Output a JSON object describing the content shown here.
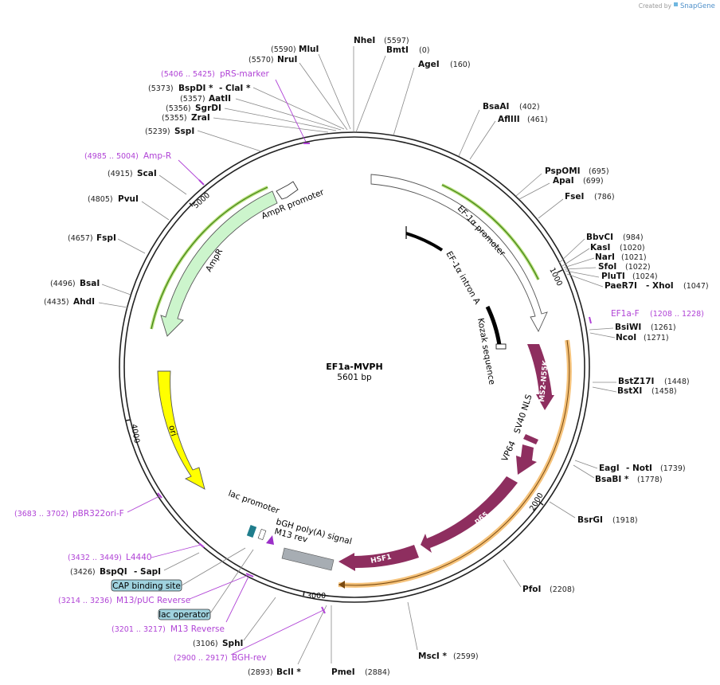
{
  "watermark": {
    "created_by": "Created by",
    "brand": "SnapGene"
  },
  "plasmid": {
    "name": "EF1a-MVPH",
    "size_label": "5601 bp"
  },
  "ticks": [
    "1000",
    "2000",
    "3000",
    "4000",
    "5000"
  ],
  "enzymes": [
    {
      "name": "NheI",
      "pos": "(5597)"
    },
    {
      "name": "BmtI",
      "pos": "(0)"
    },
    {
      "name": "MluI",
      "pos": "(5590)"
    },
    {
      "name": "NruI",
      "pos": "(5570)"
    },
    {
      "name": "AgeI",
      "pos": "(160)"
    },
    {
      "name": "BspDI *",
      "pos": "(5373)",
      "suffix": "- ClaI *"
    },
    {
      "name": "AatII",
      "pos": "(5357)"
    },
    {
      "name": "SgrDI",
      "pos": "(5356)"
    },
    {
      "name": "ZraI",
      "pos": "(5355)"
    },
    {
      "name": "SspI",
      "pos": "(5239)"
    },
    {
      "name": "BsaAI",
      "pos": "(402)"
    },
    {
      "name": "AflIII",
      "pos": "(461)"
    },
    {
      "name": "ScaI",
      "pos": "(4915)"
    },
    {
      "name": "PspOMI",
      "pos": "(695)"
    },
    {
      "name": "ApaI",
      "pos": "(699)"
    },
    {
      "name": "FseI",
      "pos": "(786)"
    },
    {
      "name": "PvuI",
      "pos": "(4805)"
    },
    {
      "name": "BbvCI",
      "pos": "(984)"
    },
    {
      "name": "KasI",
      "pos": "(1020)"
    },
    {
      "name": "NarI",
      "pos": "(1021)"
    },
    {
      "name": "SfoI",
      "pos": "(1022)"
    },
    {
      "name": "PluTI",
      "pos": "(1024)"
    },
    {
      "name": "PaeR7I",
      "pos": "(1047)",
      "suffix": "- XhoI"
    },
    {
      "name": "FspI",
      "pos": "(4657)"
    },
    {
      "name": "BsaI",
      "pos": "(4496)"
    },
    {
      "name": "AhdI",
      "pos": "(4435)"
    },
    {
      "name": "BsiWI",
      "pos": "(1261)"
    },
    {
      "name": "NcoI",
      "pos": "(1271)"
    },
    {
      "name": "BstZ17I",
      "pos": "(1448)"
    },
    {
      "name": "BstXI",
      "pos": "(1458)"
    },
    {
      "name": "EagI",
      "pos": "(1739)",
      "suffix": "- NotI"
    },
    {
      "name": "BsaBI *",
      "pos": "(1778)"
    },
    {
      "name": "BsrGI",
      "pos": "(1918)"
    },
    {
      "name": "PfoI",
      "pos": "(2208)"
    },
    {
      "name": "MscI *",
      "pos": "(2599)"
    },
    {
      "name": "PmeI",
      "pos": "(2884)"
    },
    {
      "name": "BclI *",
      "pos": "(2893)"
    },
    {
      "name": "SphI",
      "pos": "(3106)"
    },
    {
      "name": "BspQI",
      "pos": "(3426)",
      "suffix": "- SapI"
    }
  ],
  "primers": [
    {
      "name": "pRS-marker",
      "range": "(5406 .. 5425)"
    },
    {
      "name": "Amp-R",
      "range": "(4985 .. 5004)"
    },
    {
      "name": "EF1a-F",
      "range": "(1208 .. 1228)"
    },
    {
      "name": "pBR322ori-F",
      "range": "(3683 .. 3702)"
    },
    {
      "name": "L4440",
      "range": "(3432 .. 3449)"
    },
    {
      "name": "M13/pUC Reverse",
      "range": "(3214 .. 3236)"
    },
    {
      "name": "M13 Reverse",
      "range": "(3201 .. 3217)"
    },
    {
      "name": "BGH-rev",
      "range": "(2900 .. 2917)"
    }
  ],
  "boxed_features": [
    "CAP binding site",
    "lac operator"
  ],
  "features": [
    {
      "name": "EF-1α promoter",
      "color": "#ffffff"
    },
    {
      "name": "EF-1α intron A",
      "color": "#000000"
    },
    {
      "name": "Kozak sequence",
      "color": "#000000"
    },
    {
      "name": "MS2-N55K",
      "color": "#8e2e5f"
    },
    {
      "name": "SV40 NLS",
      "color": "#8e2e5f"
    },
    {
      "name": "VP64",
      "color": "#8e2e5f"
    },
    {
      "name": "p65",
      "color": "#8e2e5f"
    },
    {
      "name": "HSF1",
      "color": "#8e2e5f"
    },
    {
      "name": "bGH poly(A) signal",
      "color": "#a7adb3"
    },
    {
      "name": "M13 rev",
      "color": "#9b2fc8"
    },
    {
      "name": "lac promoter",
      "color": "#1f7d8c"
    },
    {
      "name": "ori",
      "color": "#ffff00"
    },
    {
      "name": "AmpR",
      "color": "#ccf5cc"
    },
    {
      "name": "AmpR promoter",
      "color": "#ffffff"
    }
  ]
}
